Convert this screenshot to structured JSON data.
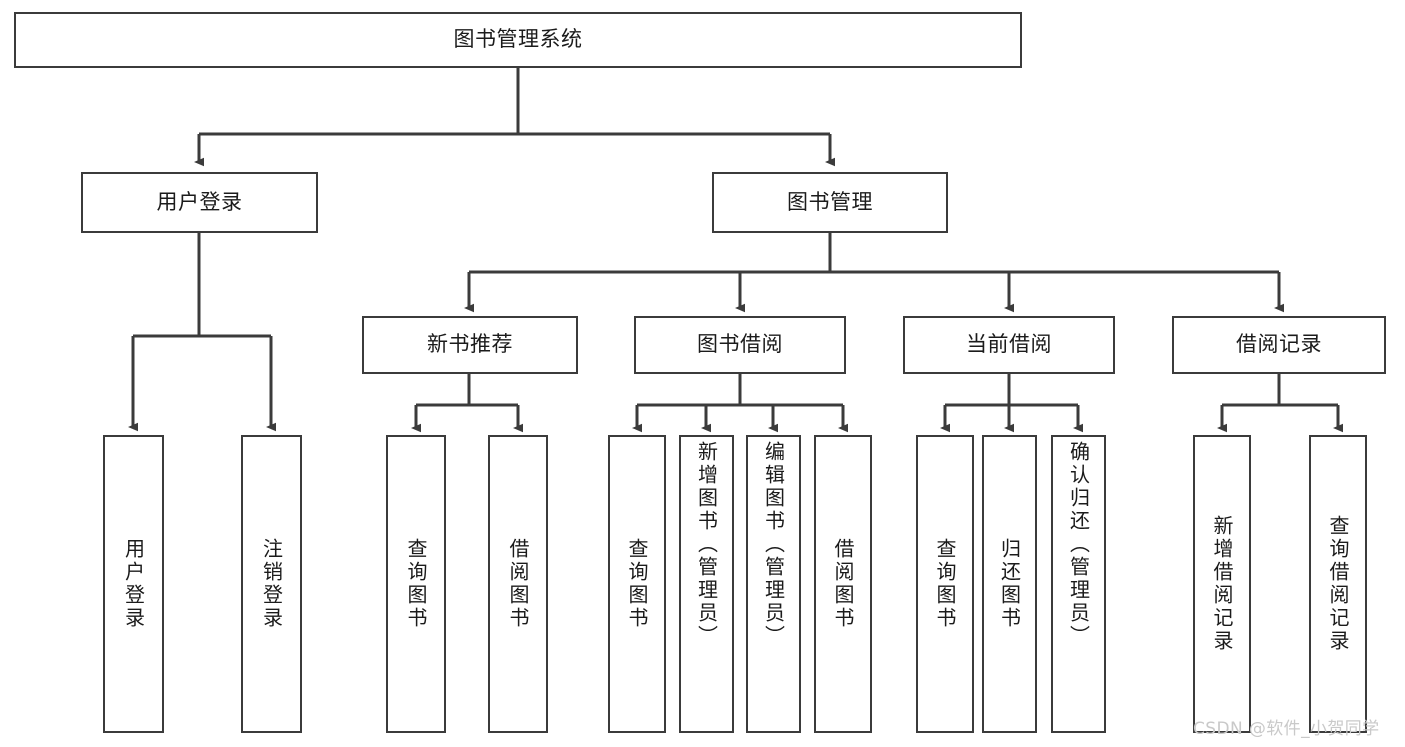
{
  "diagram": {
    "title_node": {
      "label": "图书管理系统"
    },
    "tier2": [
      {
        "id": "user-login",
        "label": "用户登录"
      },
      {
        "id": "book-management",
        "label": "图书管理"
      }
    ],
    "tier3": [
      {
        "id": "new-book-recommend",
        "label": "新书推荐"
      },
      {
        "id": "book-borrow",
        "label": "图书借阅"
      },
      {
        "id": "current-borrow",
        "label": "当前借阅"
      },
      {
        "id": "borrow-record",
        "label": "借阅记录"
      }
    ],
    "leaves": {
      "user_login": [
        {
          "id": "leaf-user-login",
          "label": "用户登录"
        },
        {
          "id": "leaf-logout-login",
          "label": "注销登录"
        }
      ],
      "new_book_recommend": [
        {
          "id": "leaf-query-book-1",
          "label": "查询图书"
        },
        {
          "id": "leaf-borrow-book-1",
          "label": "借阅图书"
        }
      ],
      "book_borrow": [
        {
          "id": "leaf-query-book-2",
          "label": "查询图书"
        },
        {
          "id": "leaf-add-book-admin",
          "label": "新增图书（管理员）"
        },
        {
          "id": "leaf-edit-book-admin",
          "label": "编辑图书（管理员）"
        },
        {
          "id": "leaf-borrow-book-2",
          "label": "借阅图书"
        }
      ],
      "current_borrow": [
        {
          "id": "leaf-query-book-3",
          "label": "查询图书"
        },
        {
          "id": "leaf-return-book",
          "label": "归还图书"
        },
        {
          "id": "leaf-confirm-return-admin",
          "label": "确认归还（管理员）"
        }
      ],
      "borrow_record": [
        {
          "id": "leaf-add-borrow-record",
          "label": "新增借阅记录"
        },
        {
          "id": "leaf-query-borrow-record",
          "label": "查询借阅记录"
        }
      ]
    },
    "watermark": "CSDN @软件_小贺同学",
    "colors": {
      "stroke": "#3b3b3b",
      "node_fill": "#ffffff",
      "text": "#1b1b1b",
      "watermark": "#c9c9c9",
      "background": "#ffffff"
    }
  }
}
